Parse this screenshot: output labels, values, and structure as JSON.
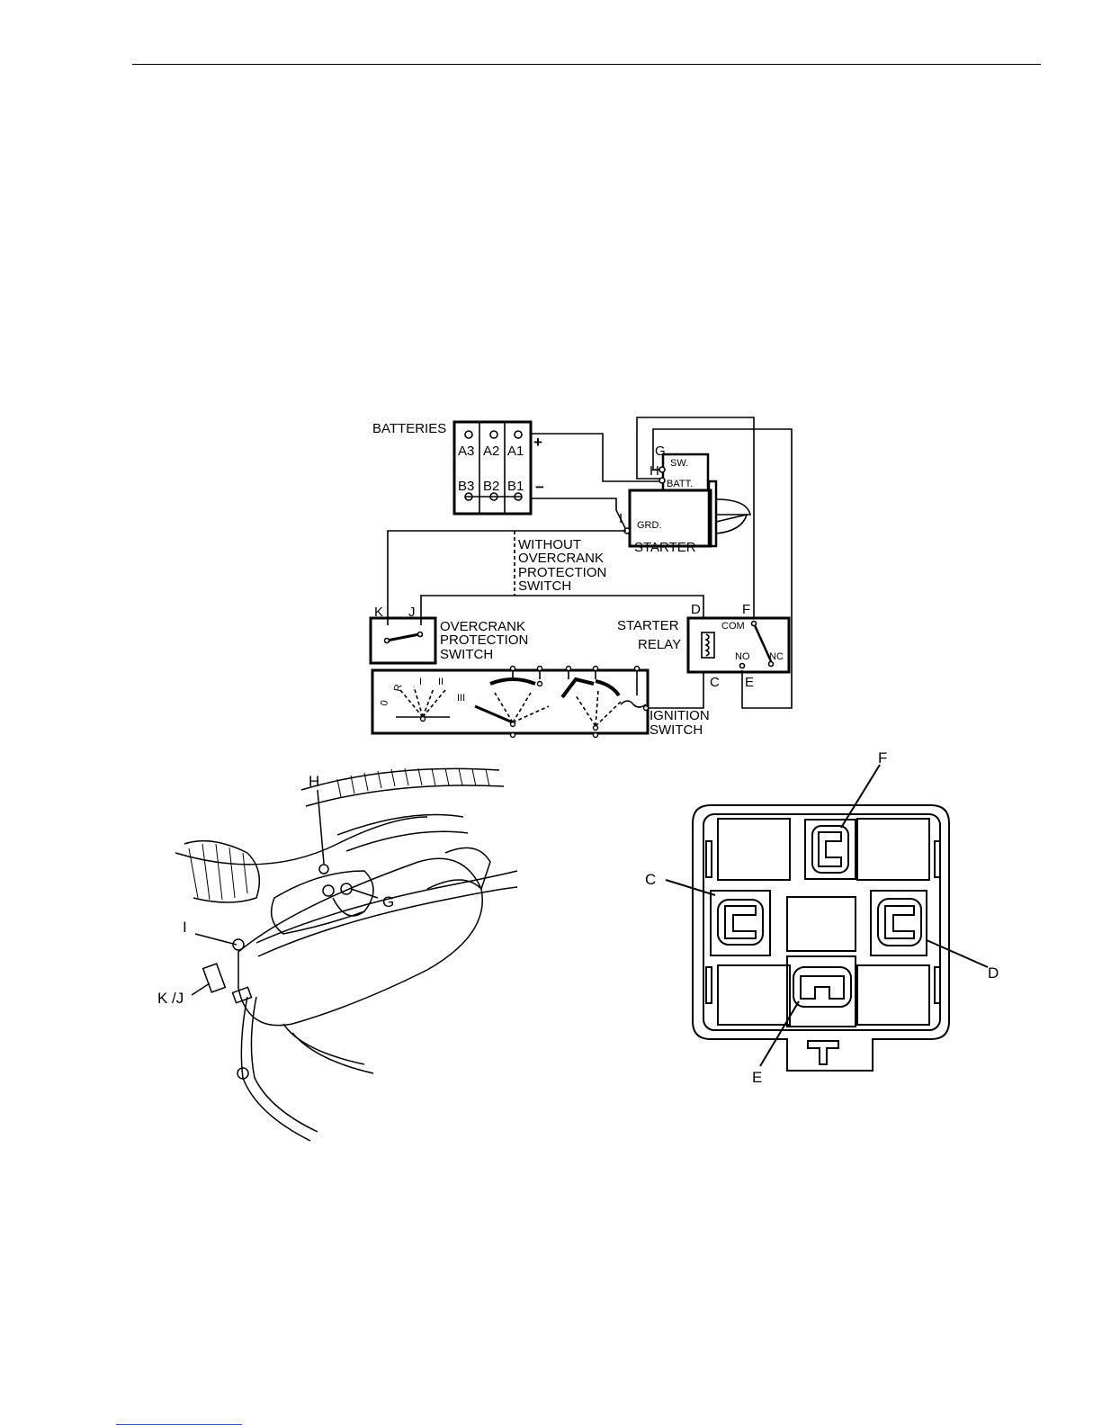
{
  "wiring": {
    "batteries": "BATTERIES",
    "terminals": [
      "A3",
      "A2",
      "A1",
      "B3",
      "B2",
      "B1"
    ],
    "plus": "+",
    "minus": "−",
    "sw": "SW.",
    "batt": "BATT.",
    "grd": "GRD.",
    "starter": "STARTER",
    "without": [
      "WITHOUT",
      "OVERCRANK",
      "PROTECTION",
      "SWITCH"
    ],
    "overcrank": [
      "OVERCRANK",
      "PROTECTION",
      "SWITCH"
    ],
    "starter_relay": [
      "STARTER",
      "RELAY"
    ],
    "com": "COM",
    "no": "NO",
    "nc": "NC",
    "ignition": [
      "IGNITION",
      "SWITCH"
    ],
    "key_positions": [
      "0",
      "R",
      "I",
      "II",
      "III"
    ],
    "letters": {
      "G": "G",
      "H": "H",
      "I": "I",
      "K": "K",
      "J": "J",
      "D": "D",
      "F": "F",
      "C": "C",
      "E": "E"
    }
  },
  "engine": {
    "labels": {
      "H": "H",
      "G": "G",
      "I": "I",
      "KJ": "K /J"
    }
  },
  "relay_socket": {
    "labels": {
      "F": "F",
      "C": "C",
      "D": "D",
      "E": "E"
    }
  }
}
